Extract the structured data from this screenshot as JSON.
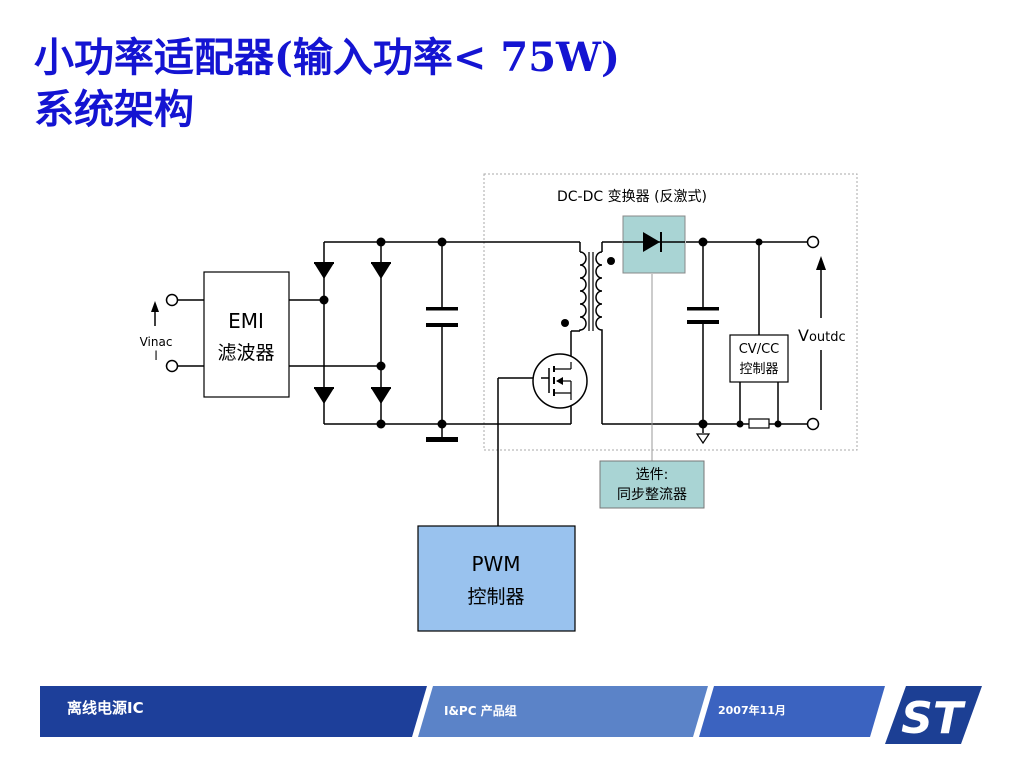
{
  "title": {
    "line1": "小功率适配器(输入功率< 75W)",
    "line2": "系统架构"
  },
  "diagram": {
    "dcdc_label": "DC-DC 变换器 (反激式)",
    "emi_line1": "EMI",
    "emi_line2": "滤波器",
    "vinac_line1": "Vinac",
    "vinac_line2": "l",
    "vout_main": "V",
    "vout_sub": "outdc",
    "cvcc_line1": "CV/CC",
    "cvcc_line2": "控制器",
    "option_line1": "选件:",
    "option_line2": "同步整流器",
    "pwm_line1": "PWM",
    "pwm_line2": "控制器"
  },
  "footer": {
    "segment1": "离线电源IC",
    "segment2": "I&PC 产品组",
    "segment3": "2007年11月",
    "logo_alt": "ST"
  },
  "colors": {
    "title": "#1414d2",
    "footer_dark": "#1d3f9a",
    "footer_mid": "#5b83c8",
    "footer_light": "#3b63c0",
    "logo_blue": "#1c3f94",
    "pwm_fill": "#99c2ee",
    "rectifier_fill": "#a9d4d4"
  }
}
